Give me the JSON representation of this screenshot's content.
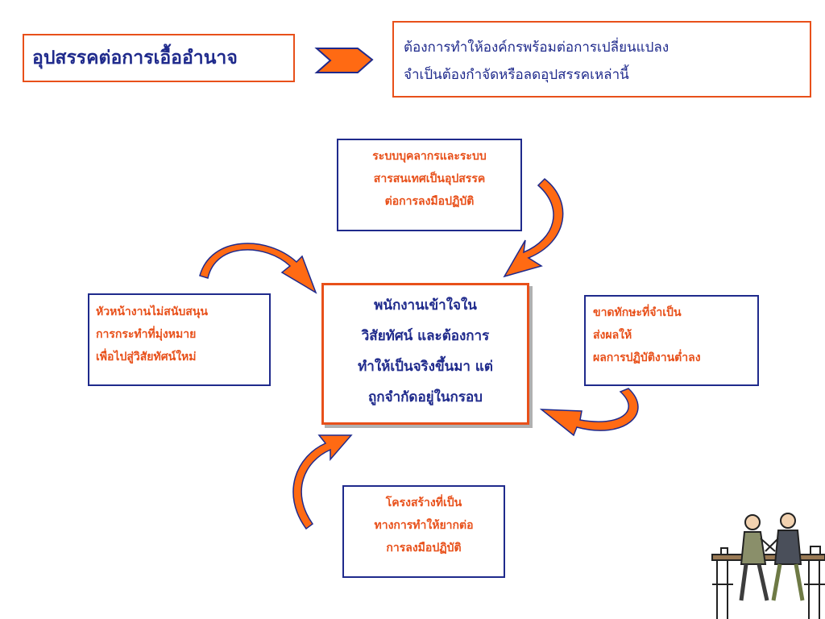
{
  "title": "อุปสรรคต่อการเอื้ออำนาจ",
  "note": {
    "lines": [
      "ต้องการทำให้องค์กรพร้อมต่อการเปลี่ยนแปลง",
      "จำเป็นต้องกำจัดหรือลดอุปสรรคเหล่านี้"
    ]
  },
  "center": {
    "lines": [
      "พนักงานเข้าใจใน",
      "วิสัยทัศน์ และต้องการ",
      "ทำให้เป็นจริงขึ้นมา แต่",
      "ถูกจำกัดอยู่ในกรอบ"
    ]
  },
  "obstacles": {
    "top": [
      "ระบบบุคลากรและระบบ",
      "สารสนเทศเป็นอุปสรรค",
      "ต่อการลงมือปฏิบัติ"
    ],
    "left": [
      "หัวหน้างานไม่สนับสนุน",
      "การกระทำที่มุ่งหมาย",
      "เพื่อไปสู่วิสัยทัศน์ใหม่"
    ],
    "right": [
      "ขาดทักษะที่จำเป็น",
      "ส่งผลให้",
      "ผลการปฏิบัติงานต่ำลง"
    ],
    "bottom": [
      "โครงสร้างที่เป็น",
      "ทางการทำให้ยากต่อ",
      "การลงมือปฏิบัติ"
    ]
  },
  "colors": {
    "accent": "#e8501a",
    "arrow_fill": "#ff6a13",
    "navy": "#1f2a8c"
  },
  "icons": {
    "pointer": "chevron-arrow-icon",
    "flow": "curved-arrow-icon",
    "clipart": "two-people-at-table-icon"
  }
}
